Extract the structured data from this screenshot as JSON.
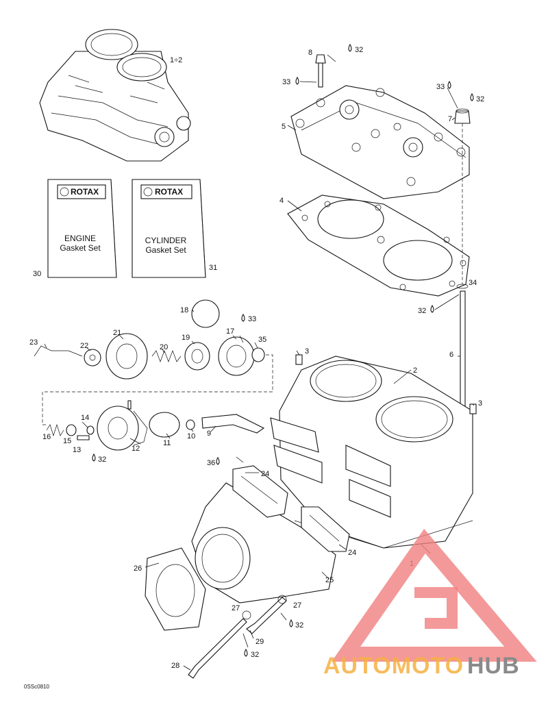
{
  "diagram_code": "0SSc0810",
  "top_assembly_label": "1÷2",
  "kits": [
    {
      "brand": "ROTAX",
      "line1": "ENGINE",
      "line2": "Gasket Set",
      "number": "30"
    },
    {
      "brand": "ROTAX",
      "line1": "CYLINDER",
      "line2": "Gasket Set",
      "number": "31"
    }
  ],
  "watermark": {
    "part1": "AUTOMOTO",
    "part2": "HUB",
    "color_red": "#f08080",
    "color_gray": "#8a8a8a",
    "color_orange": "#f5b041"
  },
  "parts": {
    "p1": "1",
    "p2": "2",
    "p3a": "3",
    "p3b": "3",
    "p4": "4",
    "p5": "5",
    "p6": "6",
    "p7": "7",
    "p8": "8",
    "p9": "9",
    "p10": "10",
    "p11": "11",
    "p12": "12",
    "p13": "13",
    "p14": "14",
    "p15": "15",
    "p16": "16",
    "p17": "17",
    "p18": "18",
    "p19": "19",
    "p20": "20",
    "p21": "21",
    "p22": "22",
    "p23": "23",
    "p24a": "24",
    "p24b": "24",
    "p25": "25",
    "p26": "26",
    "p27a": "27",
    "p27b": "27",
    "p28": "28",
    "p29": "29",
    "p33a": "33",
    "p33b": "33",
    "p33c": "33",
    "p34": "34",
    "p35": "35",
    "p36": "36",
    "p32a": "32",
    "p32b": "32",
    "p32c": "32",
    "p32d": "32",
    "p32e": "32",
    "p32f": "32"
  }
}
